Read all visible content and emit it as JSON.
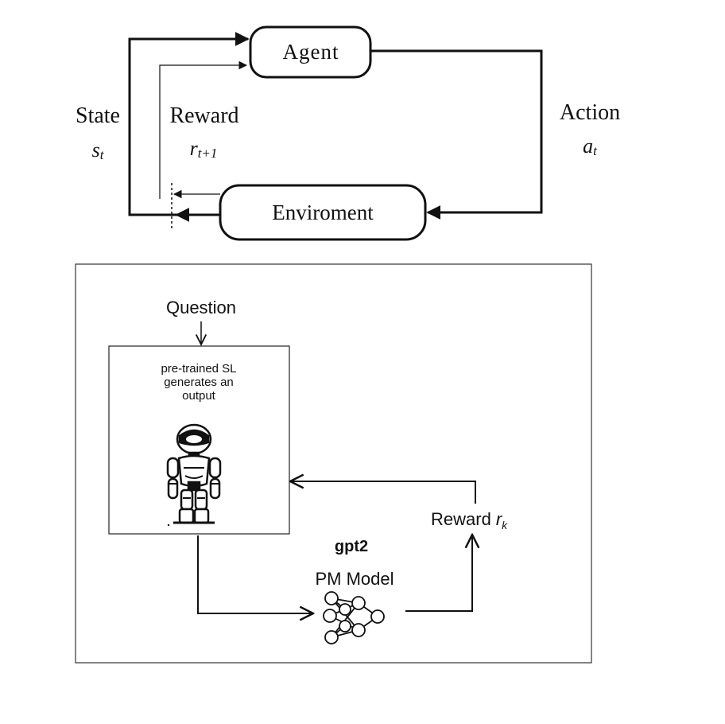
{
  "rl_loop": {
    "agent_label": "Agent",
    "environment_label": "Enviroment",
    "state_label": "State",
    "state_symbol": "s",
    "state_subscript": "t",
    "reward_label": "Reward",
    "reward_symbol": "r",
    "reward_subscript": "t+1",
    "action_label": "Action",
    "action_symbol": "a",
    "action_subscript": "t"
  },
  "rlhf_panel": {
    "question_label": "Question",
    "sl_model_text": [
      "pre-trained SL",
      "generates an",
      "output"
    ],
    "sl_model_icon": "robot-icon",
    "pm_brand_label": "gpt2",
    "pm_model_label": "PM Model",
    "pm_model_icon": "neural-network-icon",
    "reward_label": "Reward",
    "reward_symbol": "r",
    "reward_subscript": "k"
  }
}
